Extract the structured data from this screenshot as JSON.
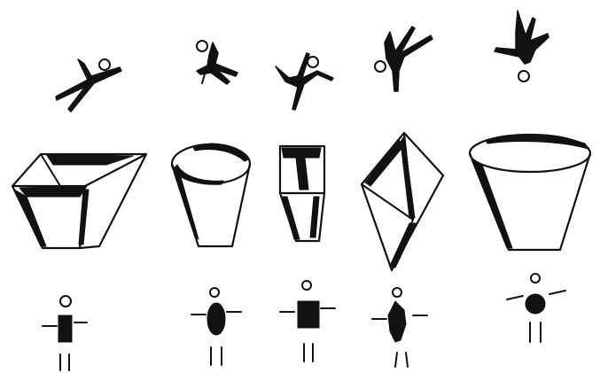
{
  "colors": {
    "paper": "#ffffff",
    "ink": "#111111"
  },
  "columns": [
    {
      "jumper": "leaping-figure",
      "vessel": "four-sided-open-box",
      "torso": "rectangle"
    },
    {
      "jumper": "tumbling-figure",
      "vessel": "round-cup",
      "torso": "oval"
    },
    {
      "jumper": "twisting-figure",
      "vessel": "narrow-tall-box",
      "torso": "square"
    },
    {
      "jumper": "diving-figure",
      "vessel": "folded-diamond",
      "torso": "irregular-blob"
    },
    {
      "jumper": "head-down-figure",
      "vessel": "wide-bucket",
      "torso": "circle"
    }
  ]
}
